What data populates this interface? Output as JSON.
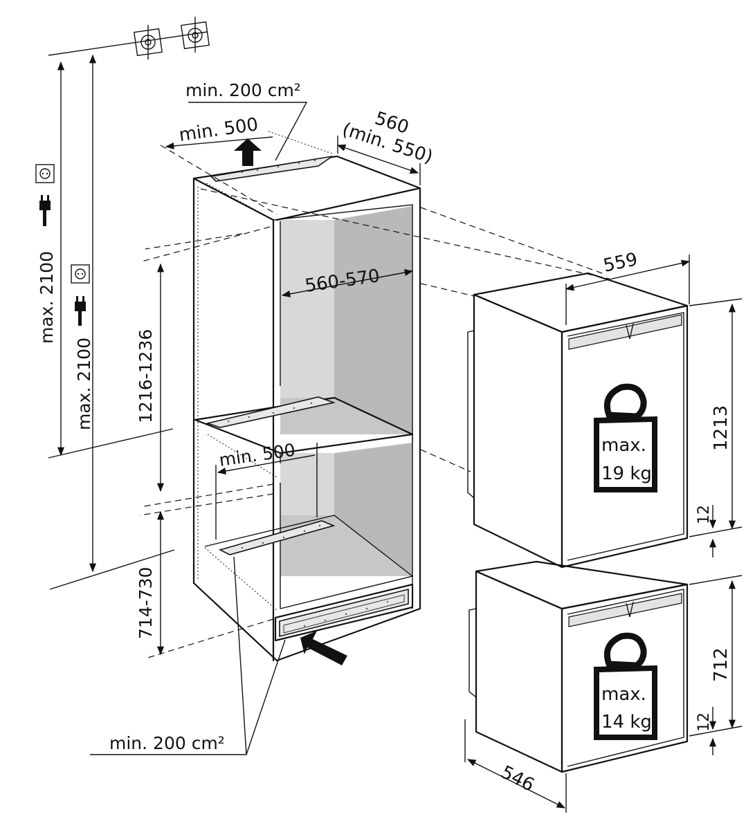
{
  "dimensions": {
    "niche_top_vent": "min. 200 cm²",
    "niche_top_clearance": "min. 500",
    "niche_depth": "560",
    "niche_depth_min": "(min. 550)",
    "niche_width": "560-570",
    "upper_niche_height": "1216-1236",
    "middle_clearance": "min. 500",
    "lower_niche_height": "714-730",
    "bottom_vent": "min. 200 cm²",
    "socket_height_1": "max. 2100",
    "socket_height_2": "max. 2100",
    "upper_unit_width": "559",
    "upper_unit_height": "1213",
    "upper_gap": "12",
    "lower_unit_height": "712",
    "lower_gap": "12",
    "unit_depth": "546"
  },
  "weights": {
    "upper_max_line1": "max.",
    "upper_max_line2": "19 kg",
    "lower_max_line1": "max.",
    "lower_max_line2": "14 kg"
  }
}
